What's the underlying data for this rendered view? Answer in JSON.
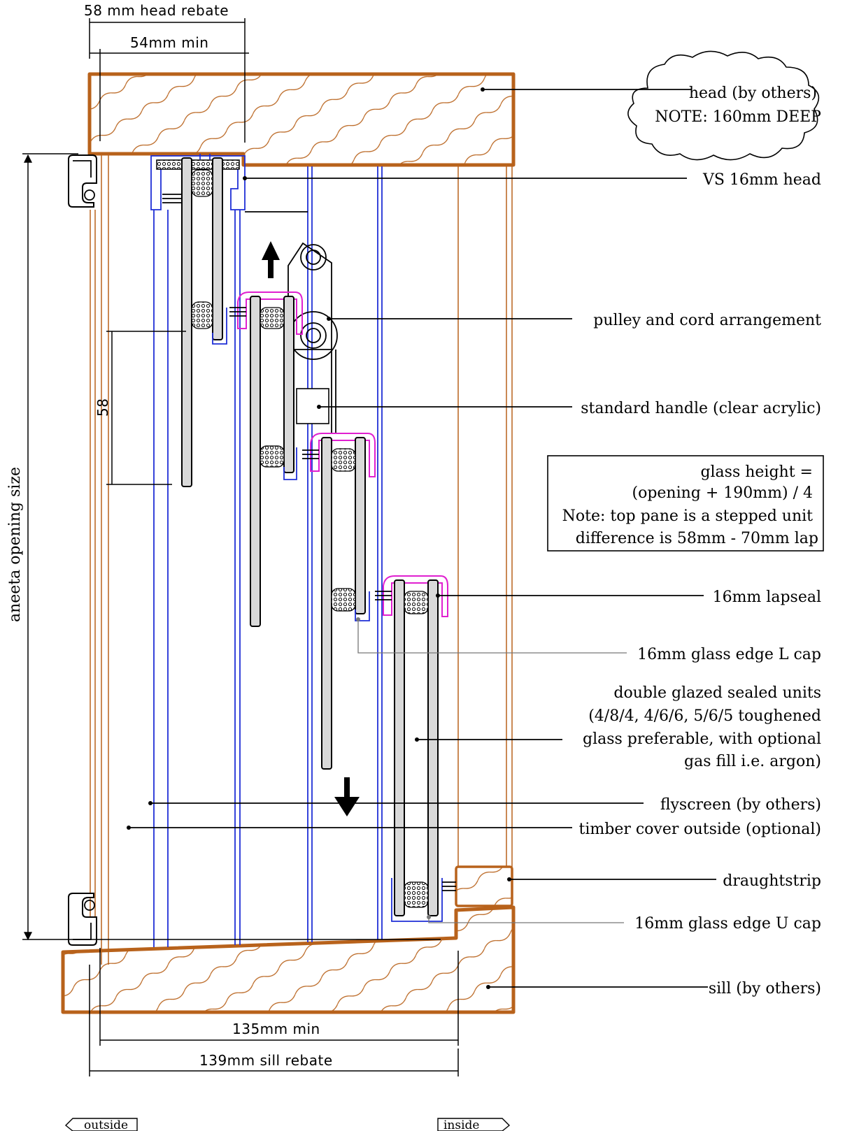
{
  "dimensions": {
    "head_rebate": "58 mm head rebate",
    "head_min": "54mm min",
    "sill_min": "135mm min",
    "sill_rebate": "139mm sill rebate",
    "lap": "58",
    "opening": "aneeta opening size"
  },
  "callouts": {
    "head_by_others": "head (by others)",
    "head_note": "NOTE: 160mm DEEP",
    "vs_head": "VS 16mm head",
    "pulley": "pulley and cord arrangement",
    "handle": "standard handle (clear acrylic)",
    "lapseal": "16mm lapseal",
    "l_cap": "16mm glass edge L cap",
    "dgu_lines": [
      "double glazed sealed units",
      "(4/8/4, 4/6/6, 5/6/5 toughened",
      "glass preferable, with optional",
      "gas fill i.e. argon)"
    ],
    "flyscreen": "flyscreen (by others)",
    "timber_cover": "timber cover outside (optional)",
    "draughtstrip": "draughtstrip",
    "u_cap": "16mm glass edge U cap",
    "sill": "sill (by others)"
  },
  "note_box": {
    "lines": [
      "glass height =",
      "(opening + 190mm) / 4",
      "Note: top pane is a stepped unit",
      "difference is 58mm - 70mm lap"
    ]
  },
  "tags": {
    "outside": "outside",
    "inside": "inside"
  },
  "colors": {
    "timber": "#b8621b",
    "aluminium": "#1f2fd6",
    "lapseal": "#e020d0",
    "glass": "#d9d9d9"
  }
}
